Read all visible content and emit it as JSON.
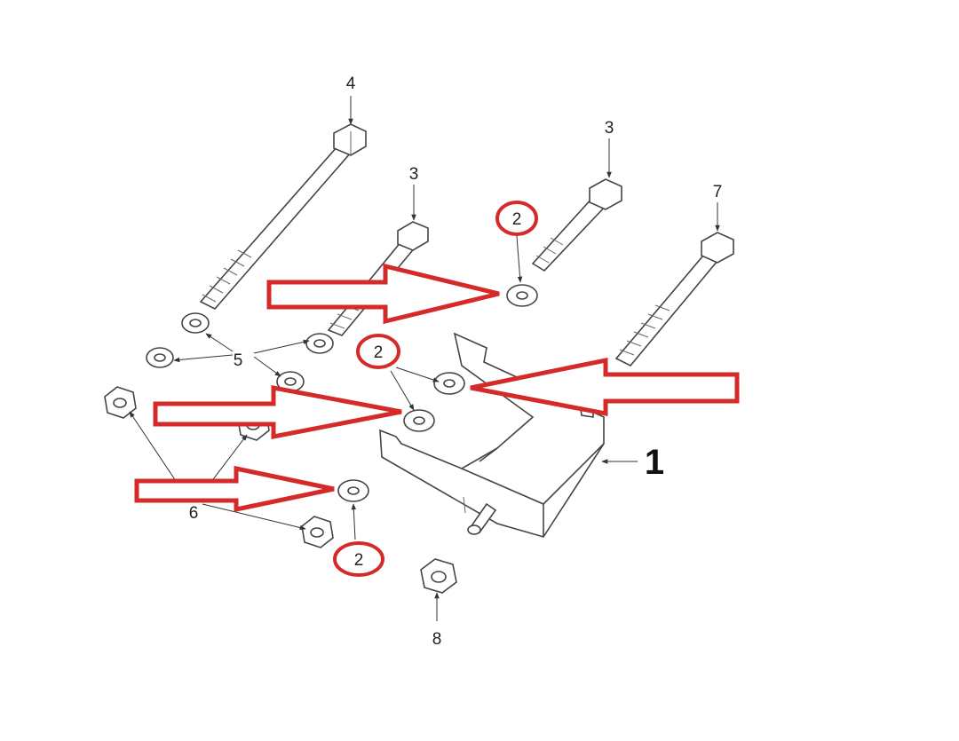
{
  "callouts": {
    "bolt_long_left": "4",
    "bolt_mid": "3",
    "bolt_short_right": "3",
    "bolt_long_right": "7",
    "washer_group": "5",
    "nut_group": "6",
    "nut_bottom": "8",
    "bracket": "1"
  },
  "highlighted_washers": [
    {
      "label": "2"
    },
    {
      "label": "2"
    },
    {
      "label": "2"
    }
  ],
  "colors": {
    "highlight": "#d42a2a",
    "line": "#444444",
    "background": "#ffffff"
  }
}
